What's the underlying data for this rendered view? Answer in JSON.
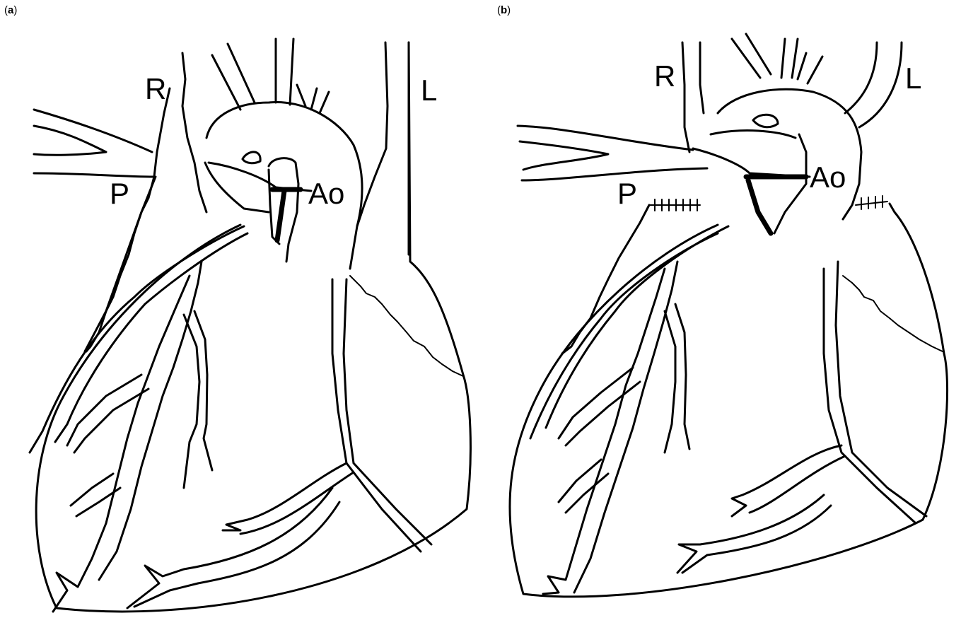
{
  "panels": [
    {
      "id": "a",
      "label": "(a)",
      "label_letter": "a",
      "vessel_labels": {
        "right": "R",
        "left": "L",
        "pulmonary": "P",
        "aorta": "Ao"
      }
    },
    {
      "id": "b",
      "label": "(b)",
      "label_letter": "b",
      "vessel_labels": {
        "right": "R",
        "left": "L",
        "pulmonary": "P",
        "aorta": "Ao"
      }
    }
  ],
  "colors": {
    "ink": "#000000",
    "background": "#ffffff"
  }
}
